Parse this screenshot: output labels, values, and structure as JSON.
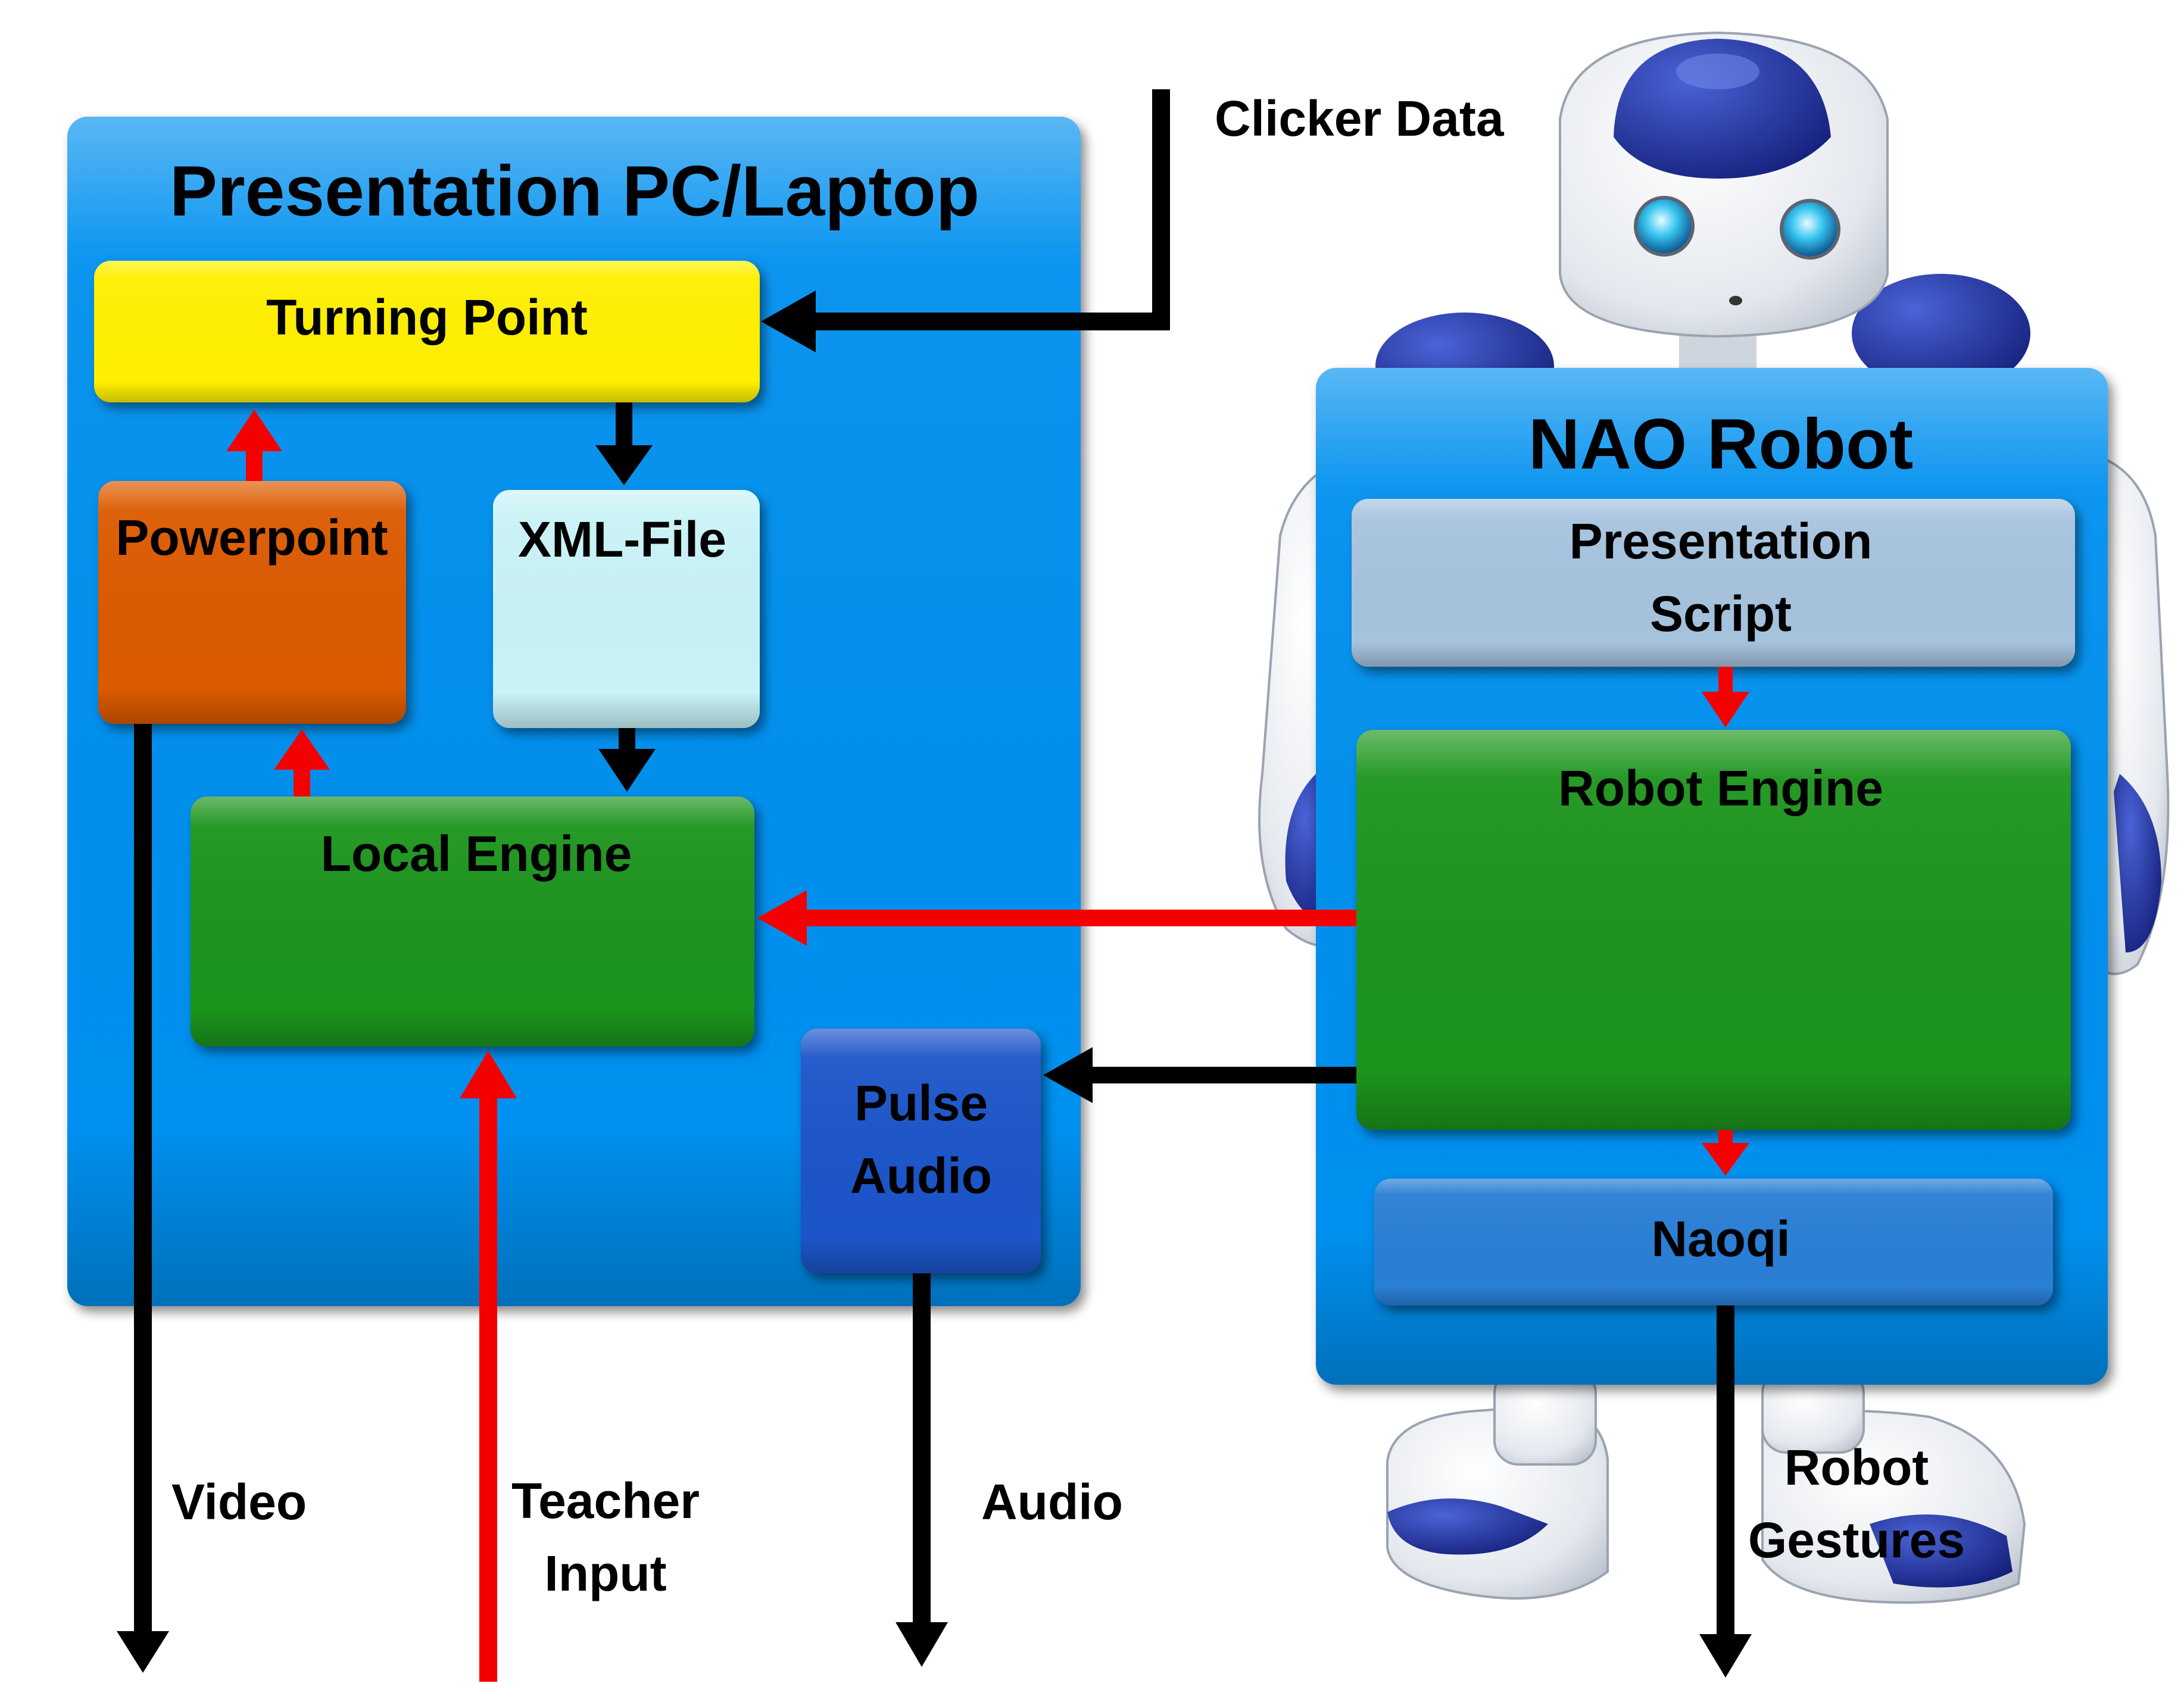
{
  "pc_box": {
    "title": "Presentation PC/Laptop"
  },
  "robot_box": {
    "title": "NAO Robot"
  },
  "components": {
    "turning_point": "Turning Point",
    "powerpoint": "Powerpoint",
    "xml_file": "XML-File",
    "local_engine": "Local Engine",
    "pulse_audio": [
      "Pulse",
      "Audio"
    ],
    "presentation_script": [
      "Presentation",
      "Script"
    ],
    "robot_engine": "Robot Engine",
    "naoqi": "Naoqi"
  },
  "io_labels": {
    "clicker_data": "Clicker Data",
    "video": "Video",
    "teacher_input": [
      "Teacher",
      "Input"
    ],
    "audio": "Audio",
    "robot_gestures": [
      "Robot",
      "Gestures"
    ]
  },
  "colors": {
    "container_blue": "#0590ef",
    "turning_point": "#fff000",
    "powerpoint": "#dc5a00",
    "xml_file": "#c9f3f7",
    "engine_green": "#1f941c",
    "pulse_audio": "#1f55c9",
    "presentation_script": "#a6c3de",
    "naoqi": "#2b7fd6",
    "arrow_black": "#000000",
    "arrow_red": "#f50000"
  }
}
